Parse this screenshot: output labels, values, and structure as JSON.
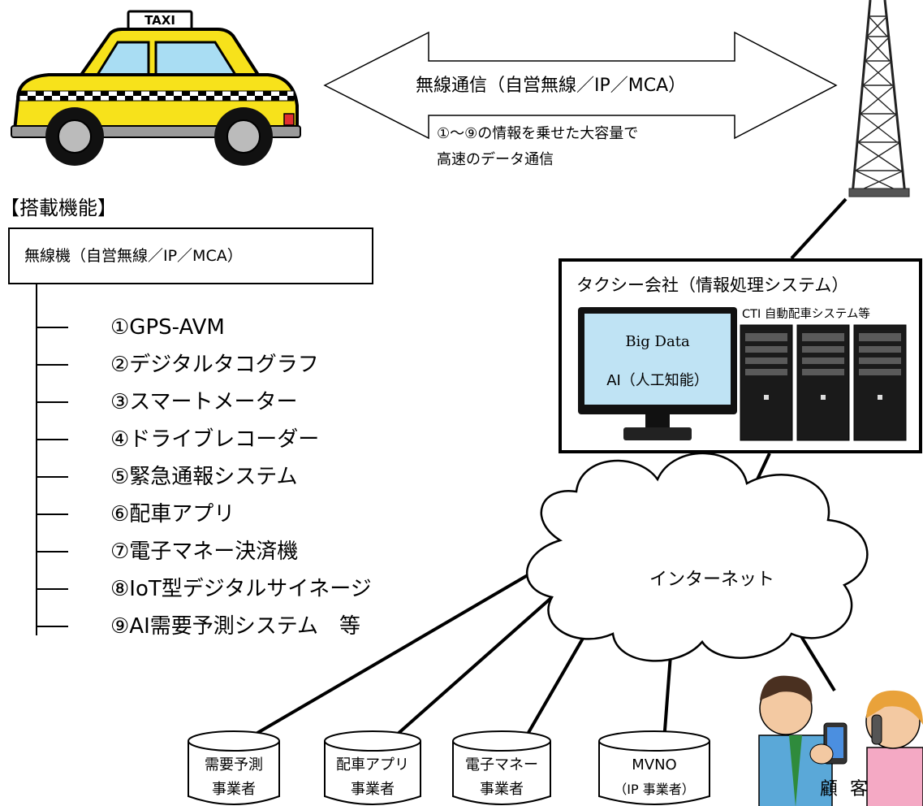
{
  "taxi": {
    "sign": "TAXI"
  },
  "comm": {
    "label": "無線通信（自営無線／IP／MCA）",
    "note_line1": "①～⑨の情報を乗せた大容量で",
    "note_line2": "高速のデータ通信"
  },
  "features": {
    "heading": "【搭載機能】",
    "radio_box": "無線機（自営無線／IP／MCA）",
    "items": [
      "①GPS-AVM",
      "②デジタルタコグラフ",
      "③スマートメーター",
      "④ドライブレコーダー",
      "⑤緊急通報システム",
      "⑥配車アプリ",
      "⑦電子マネー決済機",
      "⑧IoT型デジタルサイネージ",
      "⑨AI需要予測システム　等"
    ]
  },
  "company": {
    "title": "タクシー会社（情報処理システム）",
    "servers_label": "CTI 自動配車システム等",
    "monitor_line1": "Big Data",
    "monitor_line2": "AI（人工知能）"
  },
  "internet": {
    "label": "インターネット"
  },
  "providers": [
    {
      "line1": "需要予測",
      "line2": "事業者"
    },
    {
      "line1": "配車アプリ",
      "line2": "事業者"
    },
    {
      "line1": "電子マネー",
      "line2": "事業者"
    },
    {
      "line1": "MVNO",
      "line2": "（IP 事業者）"
    }
  ],
  "customer": {
    "label": "顧 客"
  }
}
